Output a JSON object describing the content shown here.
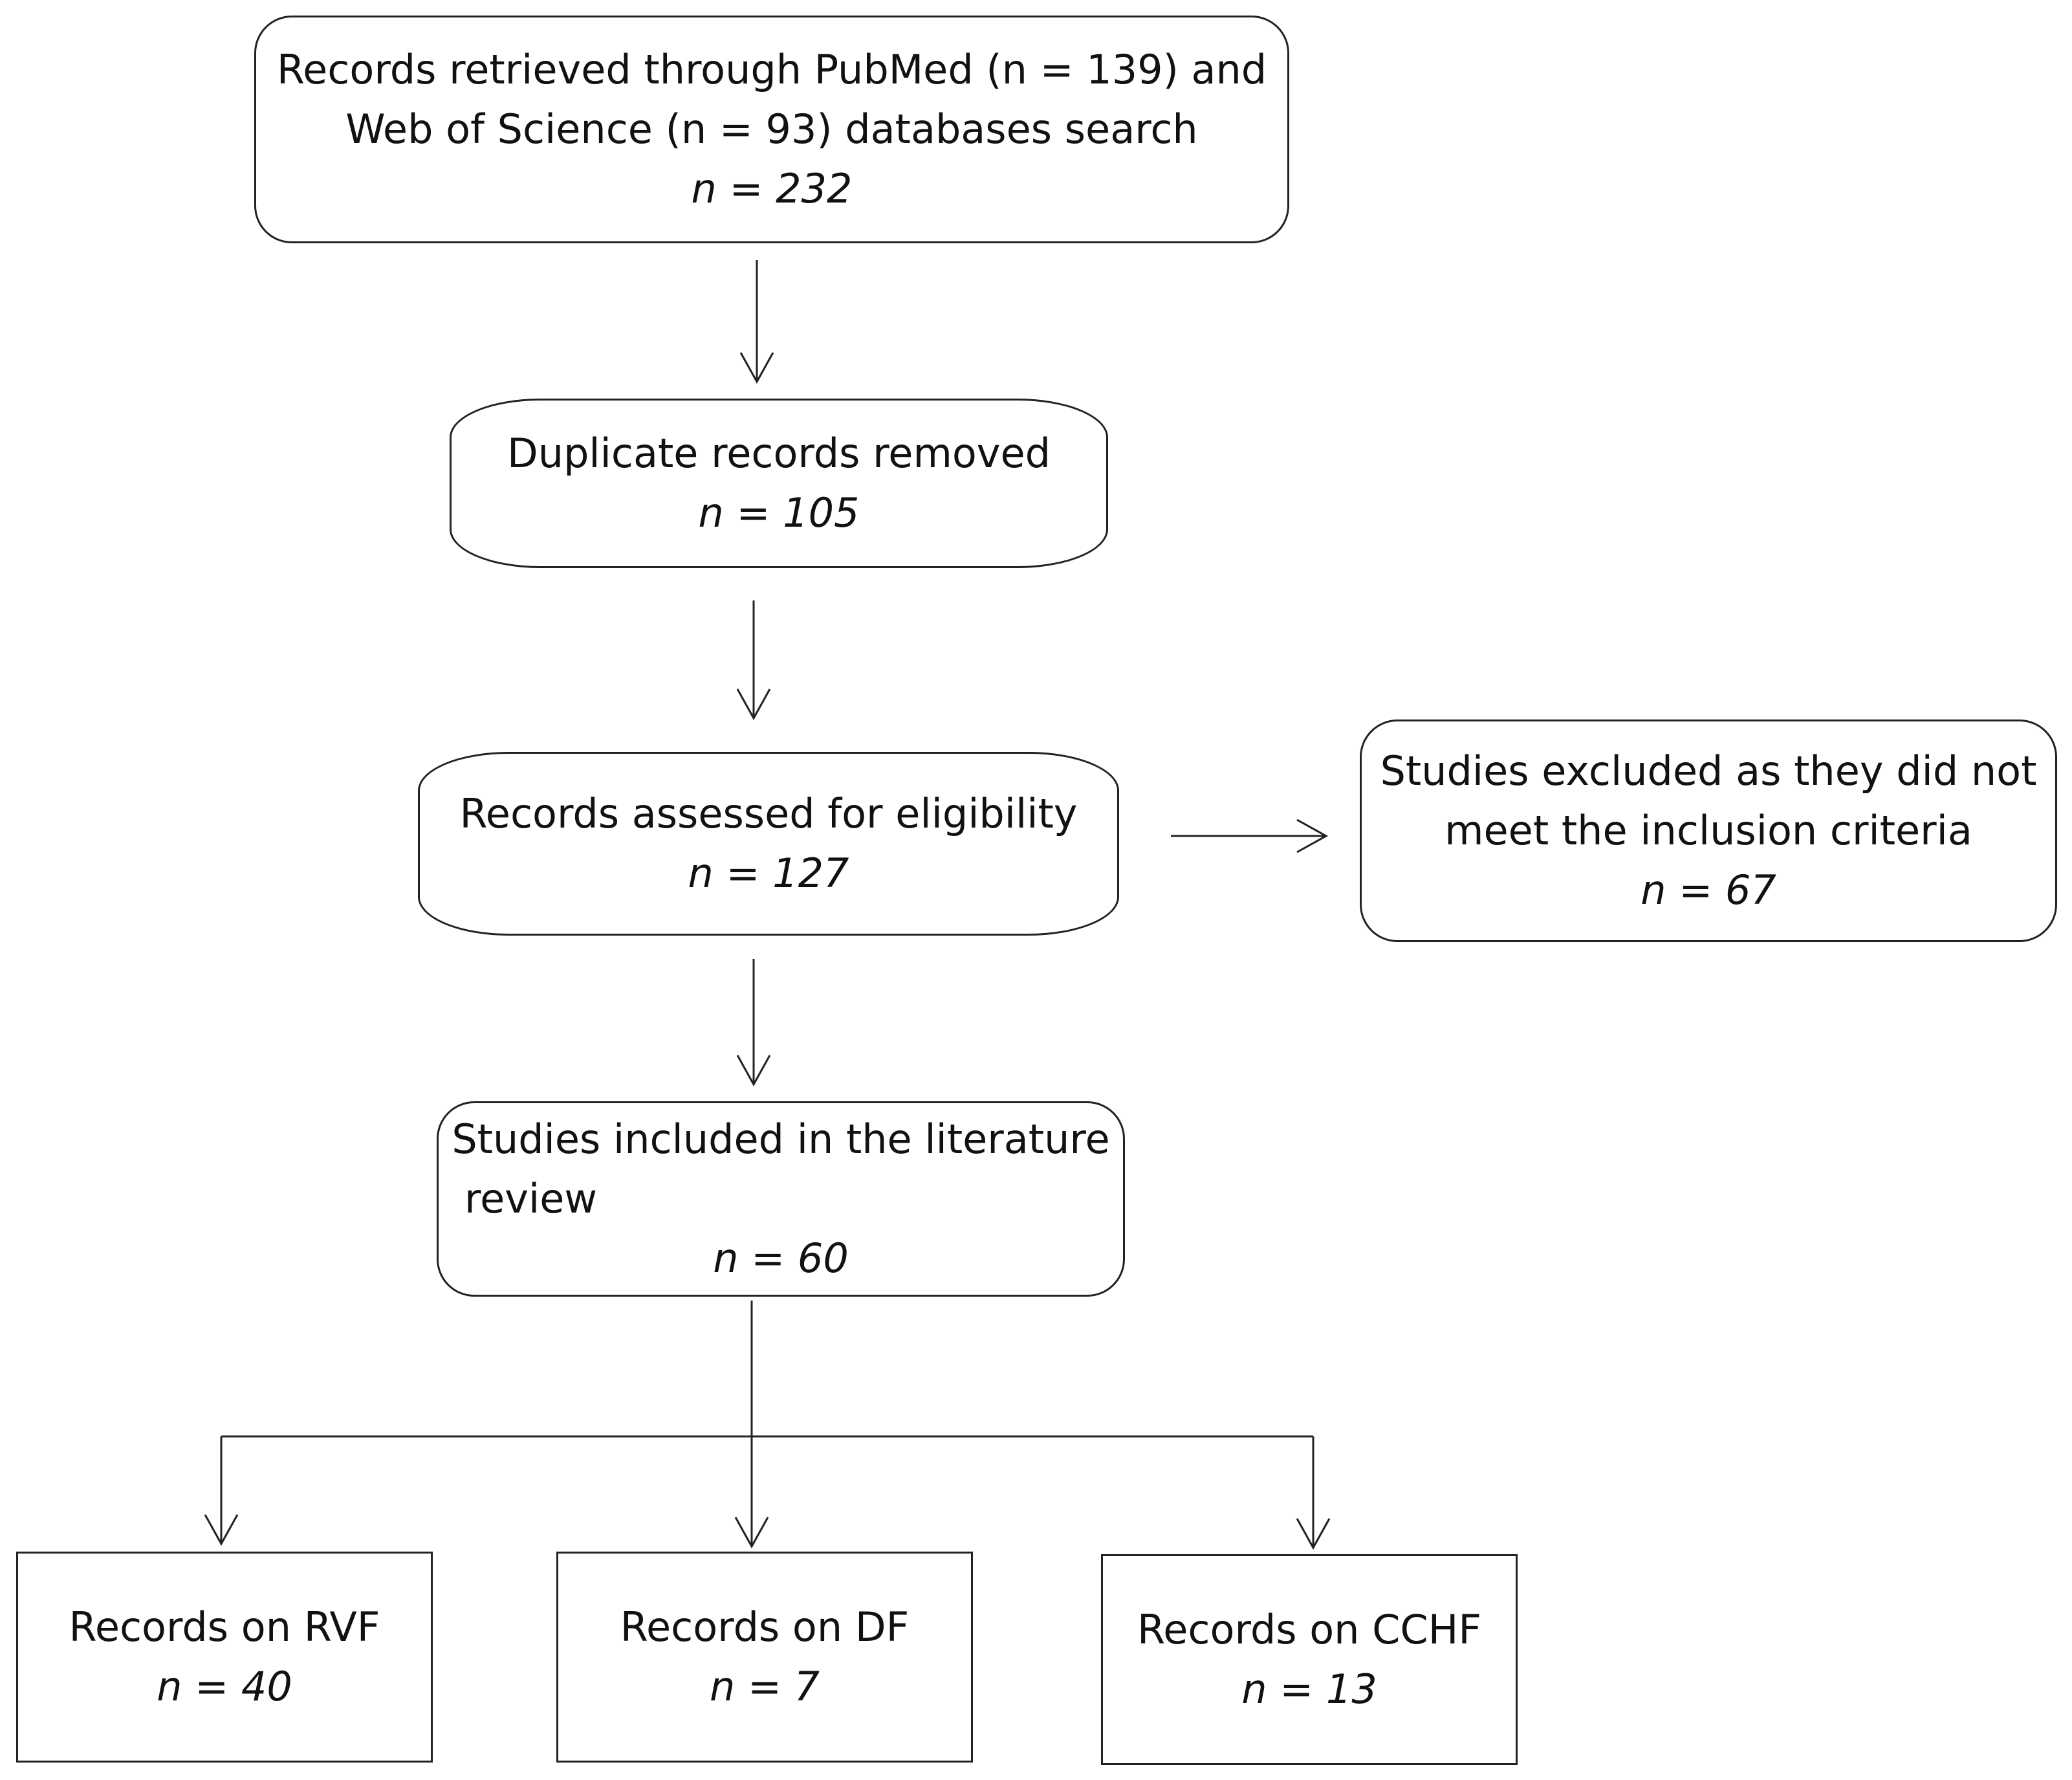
{
  "nodes": {
    "search": {
      "line1": "Records retrieved through PubMed (n = 139) and",
      "line2": "Web of Science (n = 93) databases search",
      "count": "n = 232"
    },
    "duplicates": {
      "label": "Duplicate records removed",
      "count": "n = 105"
    },
    "assessed": {
      "label": "Records assessed for eligibility",
      "count": "n = 127"
    },
    "excluded": {
      "line1": "Studies excluded as they did not",
      "line2": "meet the inclusion criteria",
      "count": "n =  67"
    },
    "included": {
      "line1": "Studies included in the literature",
      "line2": "review",
      "count": "n = 60"
    },
    "rvf": {
      "label": "Records on RVF",
      "count": "n = 40"
    },
    "df": {
      "label": "Records on DF",
      "count": "n = 7"
    },
    "cchf": {
      "label": "Records on CCHF",
      "count": "n = 13"
    }
  }
}
